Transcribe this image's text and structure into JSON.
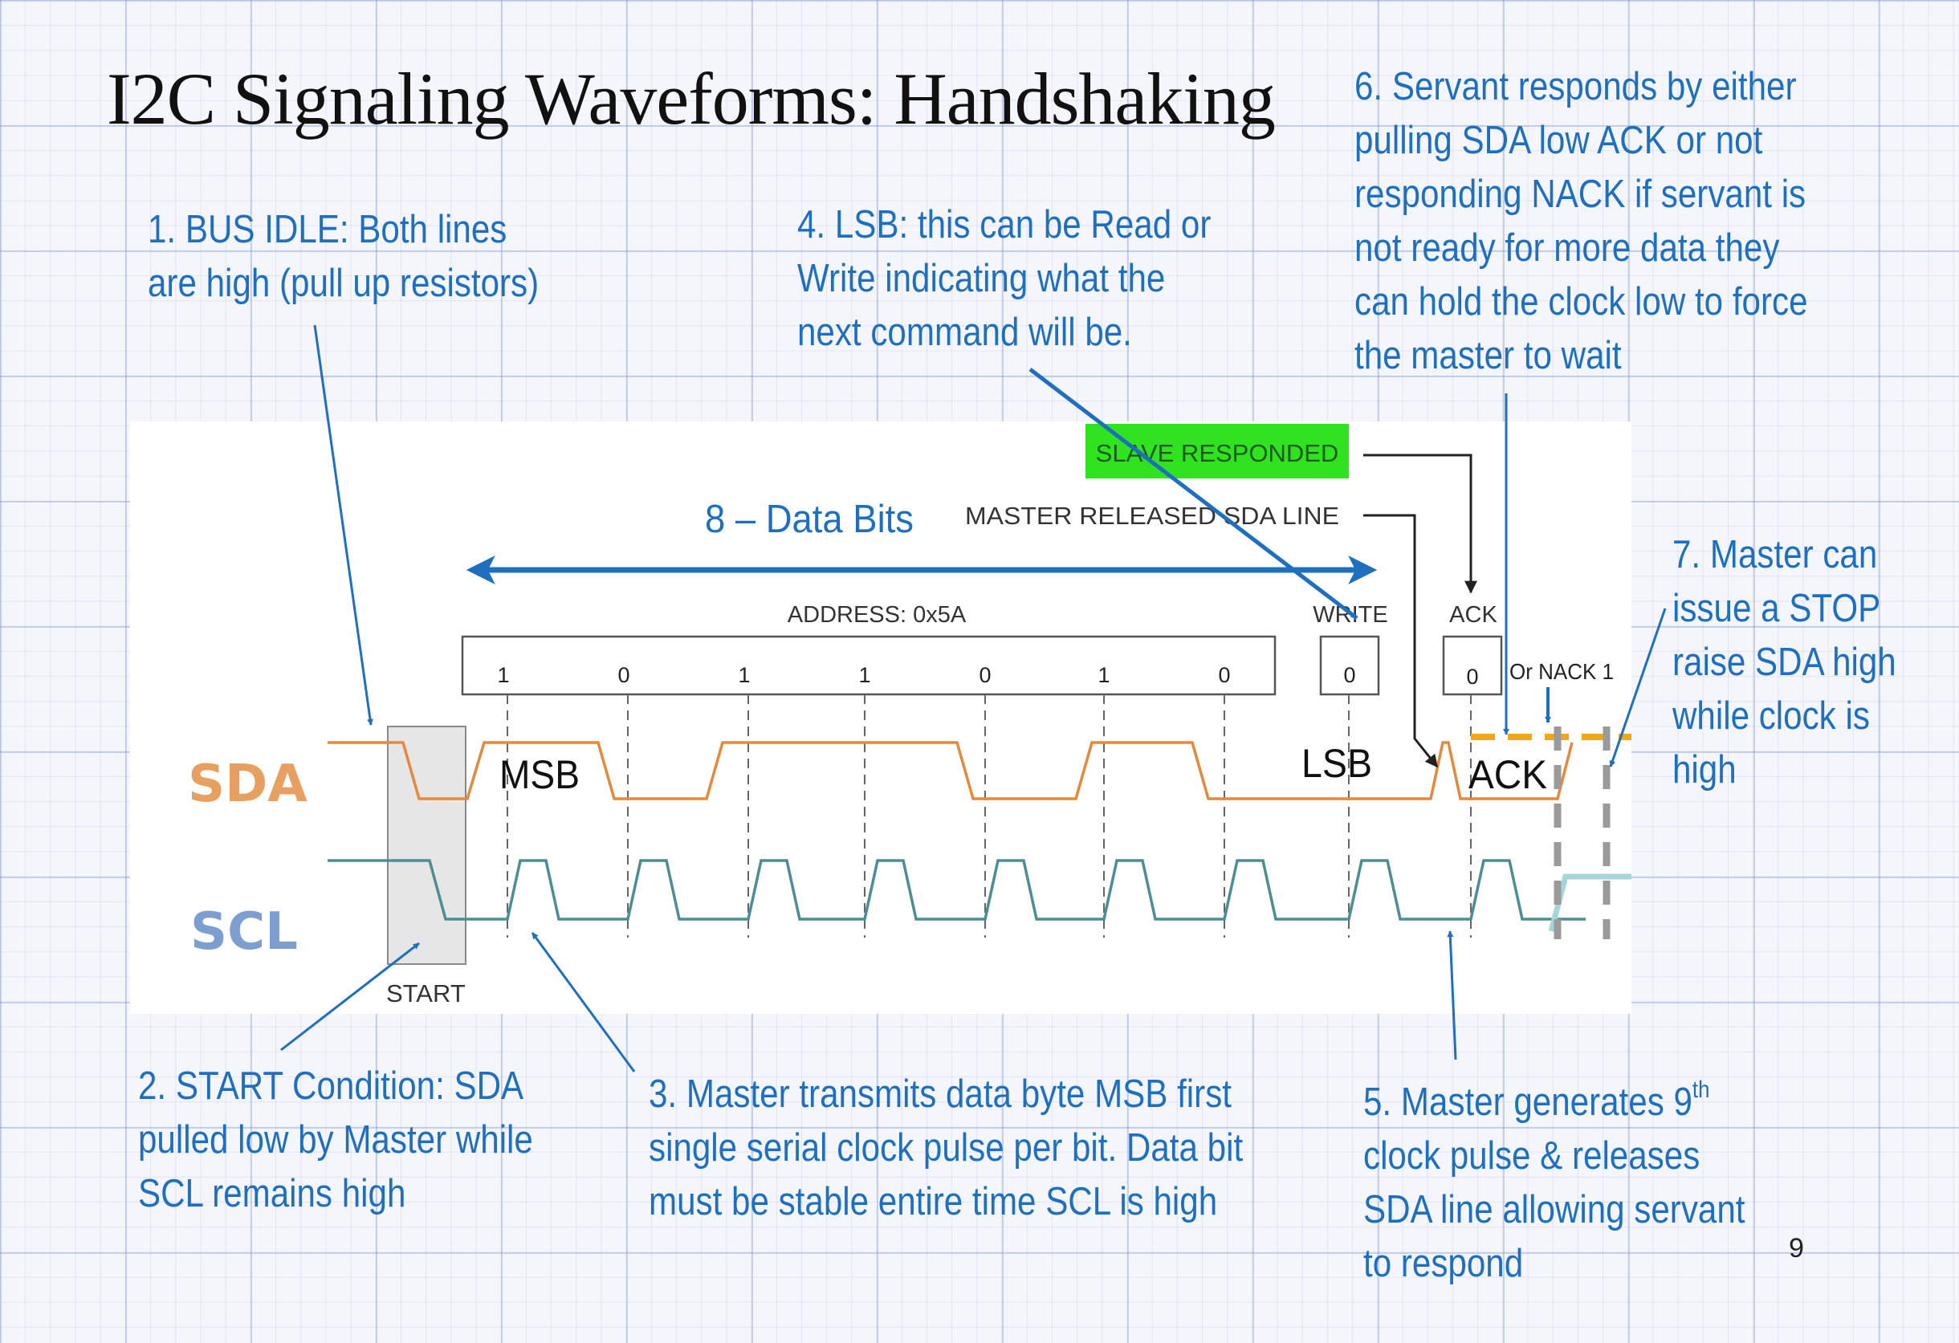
{
  "title": "I2C Signaling Waveforms: Handshaking",
  "notes": {
    "bus_idle": [
      "1. BUS IDLE: Both lines",
      "are high (pull up resistors)"
    ],
    "start": [
      "2. START Condition: SDA",
      "pulled low by Master while",
      "SCL remains high"
    ],
    "transmit": [
      "3. Master transmits data byte MSB first",
      "single serial clock pulse per bit. Data bit",
      "must be stable entire time SCL is high"
    ],
    "lsb": [
      "4. LSB: this can be Read or",
      "Write indicating what the",
      "next command will be."
    ],
    "ninth_clock": {
      "line1_pre": "5. Master generates 9",
      "line1_sup": "th",
      "lines": [
        "clock pulse & releases",
        "SDA line allowing servant",
        "to respond"
      ]
    },
    "servant": [
      "6. Servant responds by either",
      "pulling SDA low ACK or not",
      "responding NACK if servant is",
      "not ready for more data they",
      "can hold the clock low to force",
      "the master to wait"
    ],
    "stop": [
      "7. Master can",
      "issue a STOP",
      "raise SDA high",
      "while clock is",
      "high"
    ]
  },
  "diagram": {
    "sda_label": "SDA",
    "scl_label": "SCL",
    "data_bits_label": "8 – Data Bits",
    "address_label": "ADDRESS: 0x5A",
    "address_bits": [
      "1",
      "0",
      "1",
      "1",
      "0",
      "1",
      "0"
    ],
    "write_label": "WRITE",
    "write_bit": "0",
    "ack_label": "ACK",
    "ack_bit": "0",
    "nack_label": "Or NACK 1",
    "slave_responded": "SLAVE RESPONDED",
    "master_released": "MASTER RELEASED SDA LINE",
    "msb_label": "MSB",
    "lsb_label": "LSB",
    "ack_wave_label": "ACK",
    "start_label": "START"
  },
  "colors": {
    "annotation_blue": "#1f6fc0",
    "sda_orange": "#e58a3b",
    "scl_teal": "#4d8e96",
    "slave_green": "#2fe31e",
    "nack_yellow": "#f0a818"
  },
  "page_number": "9"
}
